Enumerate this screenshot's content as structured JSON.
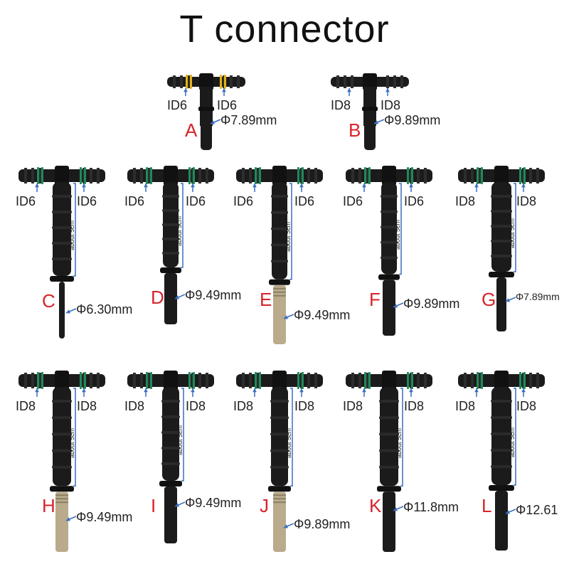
{
  "title": "T connector",
  "colors": {
    "letter": "#d8232a",
    "arrow": "#3a6fc0",
    "body": "#1b1b1b",
    "oring_green": "#1e8a5a",
    "oring_yellow": "#e3b417",
    "metal": "#b9ab8c"
  },
  "connectors": [
    {
      "letter": "A",
      "left_id": "ID6",
      "right_id": "ID6",
      "diameter": "Φ7.89mm",
      "ring": "yellow",
      "stem": "short",
      "metal": false,
      "about": ""
    },
    {
      "letter": "B",
      "left_id": "ID8",
      "right_id": "ID8",
      "diameter": "Φ9.89mm",
      "ring": "none",
      "stem": "short",
      "metal": false,
      "about": ""
    },
    {
      "letter": "C",
      "left_id": "ID6",
      "right_id": "ID6",
      "diameter": "Φ6.30mm",
      "ring": "green",
      "stem": "long",
      "metal": false,
      "about": "about 5cm"
    },
    {
      "letter": "D",
      "left_id": "ID6",
      "right_id": "ID6",
      "diameter": "Φ9.49mm",
      "ring": "green",
      "stem": "long",
      "metal": false,
      "about": "about 5cm"
    },
    {
      "letter": "E",
      "left_id": "ID6",
      "right_id": "ID6",
      "diameter": "Φ9.49mm",
      "ring": "green",
      "stem": "long",
      "metal": true,
      "about": "about 5cm"
    },
    {
      "letter": "F",
      "left_id": "ID6",
      "right_id": "ID6",
      "diameter": "Φ9.89mm",
      "ring": "green",
      "stem": "long",
      "metal": false,
      "about": "about 5cm"
    },
    {
      "letter": "G",
      "left_id": "ID8",
      "right_id": "ID8",
      "diameter": "Φ7.89mm",
      "ring": "green",
      "stem": "long",
      "metal": false,
      "about": "about 5cm"
    },
    {
      "letter": "H",
      "left_id": "ID8",
      "right_id": "ID8",
      "diameter": "Φ9.49mm",
      "ring": "green",
      "stem": "long",
      "metal": true,
      "about": "about 5cm"
    },
    {
      "letter": "I",
      "left_id": "ID8",
      "right_id": "ID8",
      "diameter": "Φ9.49mm",
      "ring": "green",
      "stem": "long",
      "metal": false,
      "about": "about 5cm"
    },
    {
      "letter": "J",
      "left_id": "ID8",
      "right_id": "ID8",
      "diameter": "Φ9.89mm",
      "ring": "green",
      "stem": "long",
      "metal": true,
      "about": "about 5cm"
    },
    {
      "letter": "K",
      "left_id": "ID8",
      "right_id": "ID8",
      "diameter": "Φ11.8mm",
      "ring": "green",
      "stem": "long",
      "metal": false,
      "about": "about 5cm"
    },
    {
      "letter": "L",
      "left_id": "ID8",
      "right_id": "ID8",
      "diameter": "Φ12.61",
      "ring": "green",
      "stem": "long",
      "metal": false,
      "about": "about 5cm"
    }
  ]
}
